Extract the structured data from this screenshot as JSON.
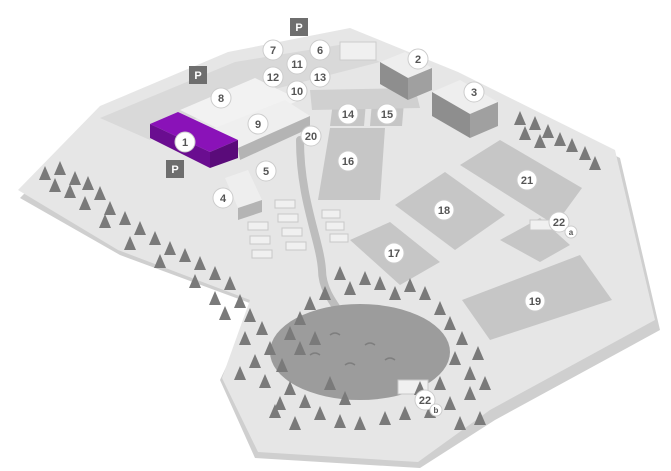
{
  "colors": {
    "background": "#ffffff",
    "ground": "#e6e6e6",
    "ground_shadow": "#cfcfcf",
    "field": "#c6c6c6",
    "building_top": "#eeeeee",
    "building_side": "#b4b4b4",
    "building_dark": "#8e8e8e",
    "lake": "#9c9c9c",
    "tree": "#7a7a7a",
    "road": "#bdbdbd",
    "parking_sign": "#6e6e6e",
    "highlight": "#8a12b8",
    "highlight_dark": "#6a0d90",
    "marker_fill": "#ffffff",
    "marker_text": "#555555"
  },
  "highlighted_building": "1",
  "markers": [
    {
      "id": "m1",
      "label": "1",
      "highlighted": true
    },
    {
      "id": "m2",
      "label": "2"
    },
    {
      "id": "m3",
      "label": "3"
    },
    {
      "id": "m4",
      "label": "4"
    },
    {
      "id": "m5",
      "label": "5"
    },
    {
      "id": "m6",
      "label": "6"
    },
    {
      "id": "m7",
      "label": "7"
    },
    {
      "id": "m8",
      "label": "8"
    },
    {
      "id": "m9",
      "label": "9"
    },
    {
      "id": "m10",
      "label": "10"
    },
    {
      "id": "m11",
      "label": "11"
    },
    {
      "id": "m12",
      "label": "12"
    },
    {
      "id": "m13",
      "label": "13"
    },
    {
      "id": "m14",
      "label": "14"
    },
    {
      "id": "m15",
      "label": "15"
    },
    {
      "id": "m16",
      "label": "16"
    },
    {
      "id": "m17",
      "label": "17"
    },
    {
      "id": "m18",
      "label": "18"
    },
    {
      "id": "m19",
      "label": "19"
    },
    {
      "id": "m20",
      "label": "20"
    },
    {
      "id": "m21",
      "label": "21"
    },
    {
      "id": "m22a",
      "label": "22",
      "sub": "a"
    },
    {
      "id": "m22b",
      "label": "22",
      "sub": "b"
    }
  ],
  "parking": [
    {
      "id": "p1",
      "label": "P"
    },
    {
      "id": "p2",
      "label": "P"
    },
    {
      "id": "p3",
      "label": "P"
    }
  ]
}
